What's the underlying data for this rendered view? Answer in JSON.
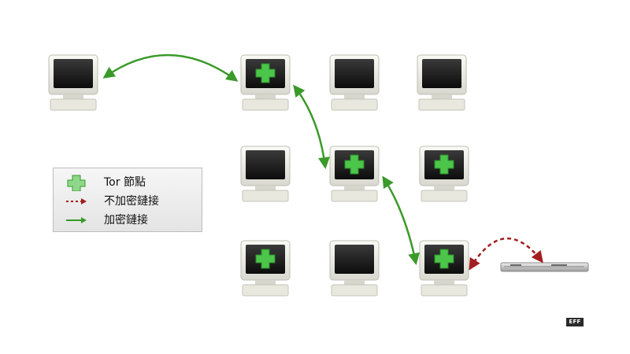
{
  "legend": {
    "items": [
      {
        "label": "Tor 節點",
        "icon": "green-cross-icon"
      },
      {
        "label": "不加密鏈接",
        "icon": "red-dotted-arrow-icon"
      },
      {
        "label": "加密鏈接",
        "icon": "green-arrow-icon"
      }
    ]
  },
  "computers": [
    {
      "id": "user",
      "tor": false
    },
    {
      "id": "r1c2",
      "tor": true
    },
    {
      "id": "r1c3",
      "tor": false
    },
    {
      "id": "r1c4",
      "tor": false
    },
    {
      "id": "r2c2",
      "tor": false
    },
    {
      "id": "r2c3",
      "tor": true
    },
    {
      "id": "r2c4",
      "tor": true
    },
    {
      "id": "r3c2",
      "tor": true
    },
    {
      "id": "r3c3",
      "tor": false
    },
    {
      "id": "r3c4",
      "tor": true
    }
  ],
  "connections": [
    {
      "from": "user",
      "to": "r1c2",
      "type": "encrypted"
    },
    {
      "from": "r1c2",
      "to": "r2c3",
      "type": "encrypted"
    },
    {
      "from": "r2c3",
      "to": "r3c4",
      "type": "encrypted"
    },
    {
      "from": "r3c4",
      "to": "server",
      "type": "unencrypted"
    }
  ],
  "logo": "EFF",
  "colors": {
    "encrypted": "#3a9a2a",
    "unencrypted": "#a31e1e",
    "tor_cross": "#4cc64a",
    "screen": "#111111"
  }
}
